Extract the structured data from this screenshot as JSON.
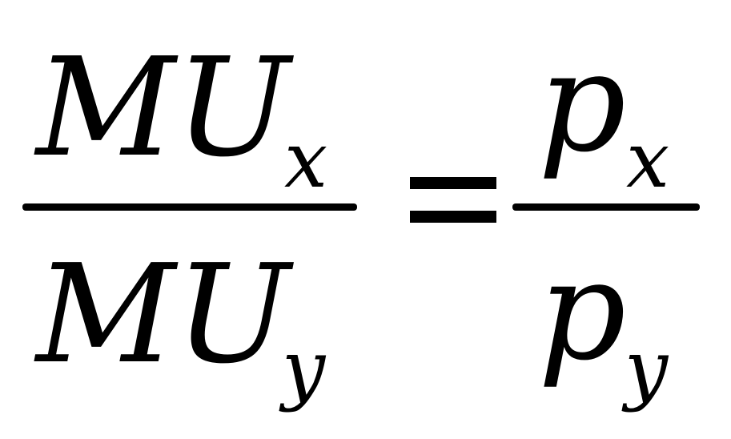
{
  "formula": {
    "left": {
      "numerator": {
        "base": "MU",
        "subscript": "x"
      },
      "denominator": {
        "base": "MU",
        "subscript": "y"
      }
    },
    "relation": "=",
    "right": {
      "numerator": {
        "base": "p",
        "subscript": "x"
      },
      "denominator": {
        "base": "p",
        "subscript": "y"
      }
    }
  }
}
